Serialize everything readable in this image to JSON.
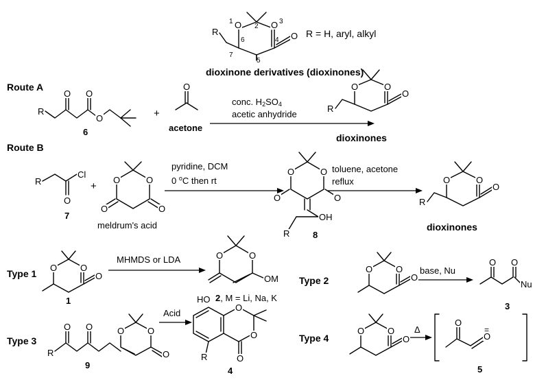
{
  "header": {
    "r_def": "R = H, aryl, alkyl",
    "title": "dioxinone derivatives (dioxinones)",
    "numbers": [
      "1",
      "2",
      "3",
      "4",
      "5",
      "6",
      "7"
    ]
  },
  "atoms": {
    "R": "R",
    "O": "O",
    "Cl": "Cl",
    "OH": "OH",
    "HO": "HO",
    "OM": "OM",
    "Nu": "Nu"
  },
  "route_a": {
    "label": "Route A",
    "cond1_pre": "conc. H",
    "cond1_sub": "2",
    "cond1_mid": "SO",
    "cond1_sub2": "4",
    "cond2": "acetic anhydride",
    "plus": "+",
    "cmpd6": "6",
    "acetone": "acetone",
    "product": "dioxinones"
  },
  "route_b": {
    "label": "Route B",
    "cond1": "pyridine, DCM",
    "cond2_pre": "0 ",
    "cond2_sup": "o",
    "cond2_post": "C then rt",
    "cond3": "toluene, acetone",
    "cond4": "reflux",
    "plus": "+",
    "cmpd7": "7",
    "meldrum": "meldrum's acid",
    "cmpd8": "8",
    "product": "dioxinones"
  },
  "type1": {
    "label": "Type 1",
    "cond": "MHMDS or LDA",
    "cmpd1": "1",
    "cmpd2_num": "2",
    "cmpd2_rest": ", M = Li, Na, K"
  },
  "type2": {
    "label": "Type 2",
    "cond": "base, Nu",
    "cmpd3": "3"
  },
  "type3": {
    "label": "Type 3",
    "cond": "Acid",
    "cmpd9": "9",
    "cmpd4": "4"
  },
  "type4": {
    "label": "Type 4",
    "cond": "Δ",
    "cmpd5": "5"
  }
}
